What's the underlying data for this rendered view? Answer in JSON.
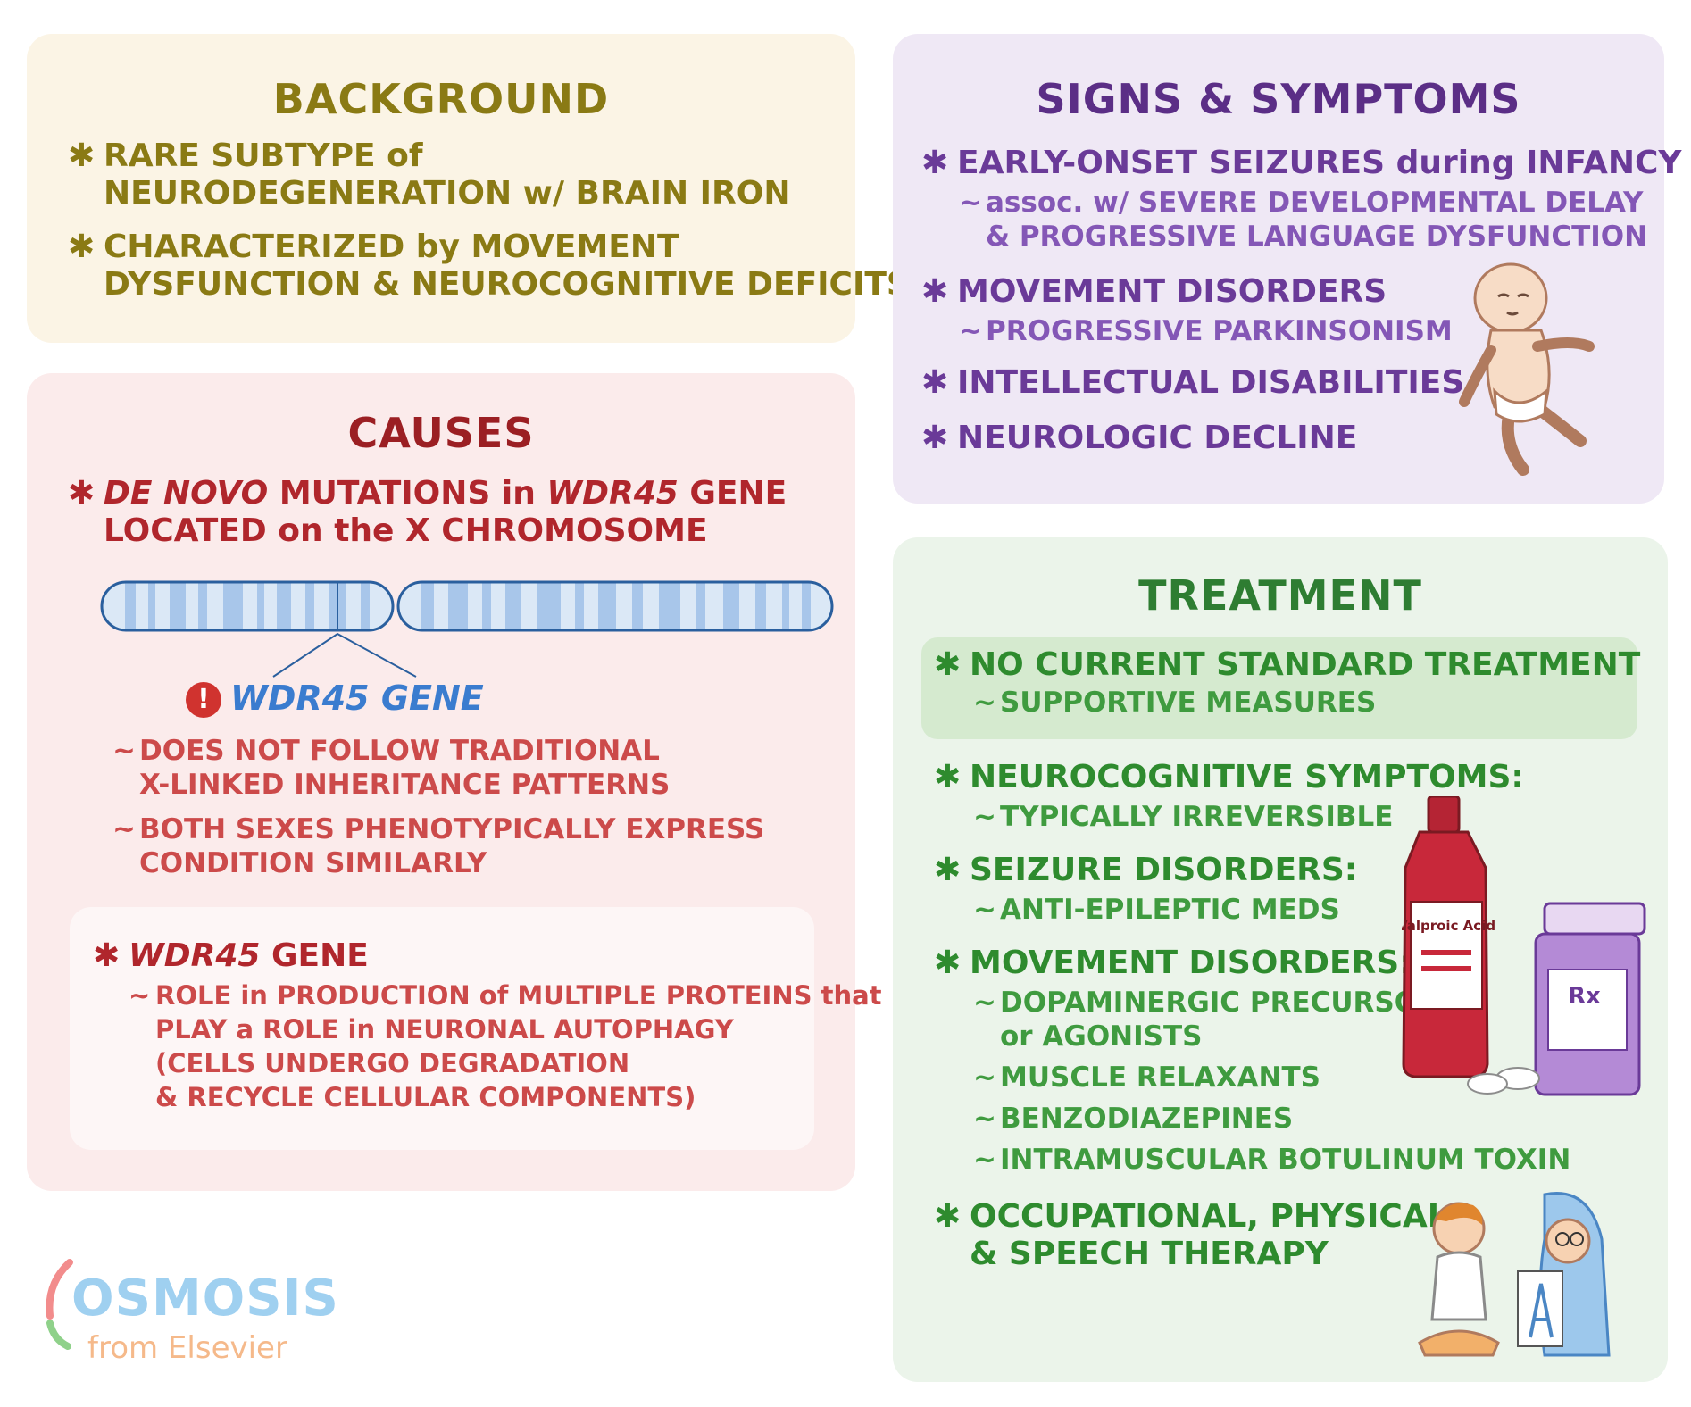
{
  "background": {
    "title": "BACKGROUND",
    "bullets": [
      {
        "lines": [
          "RARE SUBTYPE of",
          "NEURODEGENERATION w/ BRAIN IRON"
        ]
      },
      {
        "lines": [
          "CHARACTERIZED by MOVEMENT",
          "DYSFUNCTION & NEUROCOGNITIVE DEFICITS"
        ]
      }
    ]
  },
  "causes": {
    "title": "CAUSES",
    "bullet1": {
      "l1_a": "DE NOVO",
      "l1_b": " MUTATIONS in ",
      "l1_c": "WDR45",
      "l1_d": " GENE",
      "l2": "LOCATED on the X CHROMOSOME"
    },
    "gene_callout": "WDR45 GENE",
    "subs": [
      {
        "lines": [
          "DOES NOT FOLLOW TRADITIONAL",
          "X-LINKED INHERITANCE PATTERNS"
        ]
      },
      {
        "lines": [
          "BOTH SEXES PHENOTYPICALLY EXPRESS",
          "CONDITION SIMILARLY"
        ]
      }
    ],
    "box": {
      "heading_a": "WDR45",
      "heading_b": " GENE",
      "lines": [
        "ROLE in PRODUCTION of MULTIPLE PROTEINS that",
        "PLAY a ROLE in NEURONAL AUTOPHAGY",
        "(CELLS UNDERGO DEGRADATION",
        "& RECYCLE CELLULAR COMPONENTS)"
      ]
    }
  },
  "signs": {
    "title": "SIGNS & SYMPTOMS",
    "bullets": [
      {
        "text": "EARLY-ONSET SEIZURES during INFANCY",
        "subs": [
          "assoc. w/ SEVERE DEVELOPMENTAL DELAY",
          "& PROGRESSIVE LANGUAGE DYSFUNCTION"
        ]
      },
      {
        "text": "MOVEMENT DISORDERS",
        "subs": [
          "PROGRESSIVE PARKINSONISM"
        ]
      },
      {
        "text": "INTELLECTUAL DISABILITIES"
      },
      {
        "text": "NEUROLOGIC DECLINE"
      }
    ]
  },
  "treatment": {
    "title": "TREATMENT",
    "bullets": [
      {
        "text": "NO CURRENT STANDARD TREATMENT",
        "subs": [
          "SUPPORTIVE MEASURES"
        ]
      },
      {
        "text": "NEUROCOGNITIVE SYMPTOMS:",
        "subs": [
          "TYPICALLY IRREVERSIBLE"
        ]
      },
      {
        "text": "SEIZURE DISORDERS:",
        "subs": [
          "ANTI-EPILEPTIC MEDS"
        ]
      },
      {
        "text": "MOVEMENT DISORDERS:",
        "subs": [
          "DOPAMINERGIC PRECURSORS",
          "or AGONISTS",
          "MUSCLE RELAXANTS",
          "BENZODIAZEPINES",
          "INTRAMUSCULAR BOTULINUM TOXIN"
        ]
      },
      {
        "lines": [
          "OCCUPATIONAL, PHYSICAL,",
          "& SPEECH THERAPY"
        ]
      }
    ],
    "bottle_label": "Valproic Acid",
    "rx_label": "Rx"
  },
  "logo": {
    "word": "OSMOSIS",
    "sub": "from Elsevier"
  },
  "colors": {
    "background_panel": "#fbf4e5",
    "causes_panel": "#fbebeb",
    "signs_panel": "#efe8f5",
    "treatment_panel": "#ebf4ea"
  }
}
